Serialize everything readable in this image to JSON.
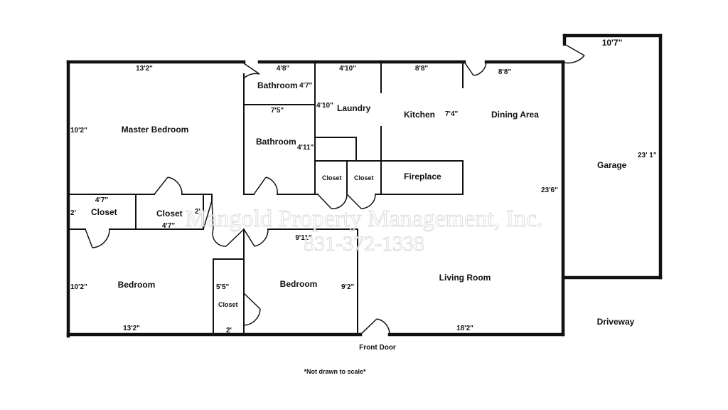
{
  "rooms": {
    "master_bedroom": "Master Bedroom",
    "bathroom_top": "Bathroom",
    "bathroom_mid": "Bathroom",
    "laundry": "Laundry",
    "kitchen": "Kitchen",
    "dining_area": "Dining Area",
    "garage": "Garage",
    "closet_left": "Closet",
    "closet_mid": "Closet",
    "closet_a": "Closet",
    "closet_b": "Closet",
    "fireplace": "Fireplace",
    "bedroom_left": "Bedroom",
    "bedroom_mid": "Bedroom",
    "closet_bottom": "Closet",
    "living_room": "Living Room",
    "driveway": "Driveway",
    "front_door": "Front Door"
  },
  "dimensions": {
    "master_width": "13'2\"",
    "master_depth": "10'2\"",
    "bath_top_width": "4'8\"",
    "bath_top_depth": "4'7\"",
    "laundry_width": "4'10\"",
    "laundry_depth": "4'10\"",
    "kitchen_width": "8'8\"",
    "kitchen_depth": "7'4\"",
    "dining_width": "8'8\"",
    "garage_width": "10'7\"",
    "garage_depth": "23' 1\"",
    "bath_mid_width": "7'5\"",
    "bath_mid_depth": "4'11\"",
    "house_depth": "23'6\"",
    "closet_left_width": "4'7\"",
    "closet_left_depth": "2'",
    "closet_mid_depth": "2'",
    "closet_mid_width": "4'7\"",
    "bedroom_left_depth": "10'2\"",
    "bedroom_left_width": "13'2\"",
    "closet_bottom_depth": "5'5\"",
    "closet_bottom_width": "2'",
    "bedroom_mid_width": "9'11\"",
    "bedroom_mid_depth": "9'2\"",
    "living_width": "18'2\""
  },
  "watermark": {
    "line1": "Mangold Property Management, Inc.",
    "line2": "831-372-1338"
  },
  "note": "*Not drawn to scale*"
}
